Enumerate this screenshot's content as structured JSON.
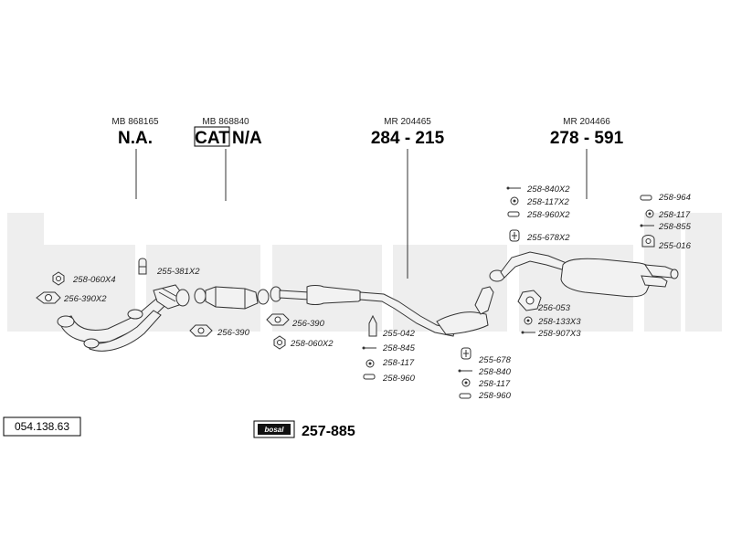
{
  "headers": [
    {
      "ref": "MB 868165",
      "code": "N.A."
    },
    {
      "ref": "MB 868840",
      "code_boxed": "CAT",
      "code": "N/A"
    },
    {
      "ref": "MR 204465",
      "code": "284 - 215"
    },
    {
      "ref": "MR 204466",
      "code": "278 - 591"
    }
  ],
  "parts": {
    "p_258_060x4": "258-060X4",
    "p_256_390x2": "256-390X2",
    "p_255_381x2": "255-381X2",
    "p_256_390_a": "256-390",
    "p_256_390_b": "256-390",
    "p_258_060x2": "258-060X2",
    "p_255_042": "255-042",
    "p_258_845_a": "258-845",
    "p_258_117_a": "258-117",
    "p_258_960_a": "258-960",
    "p_255_678": "255-678",
    "p_258_840": "258-840",
    "p_258_117_b": "258-117",
    "p_258_960_b": "258-960",
    "p_258_840x2": "258-840X2",
    "p_258_117x2": "258-117X2",
    "p_258_960x2": "258-960X2",
    "p_255_678x2": "255-678X2",
    "p_256_053": "256-053",
    "p_258_133x3": "258-133X3",
    "p_258_907x3": "258-907X3",
    "p_258_964": "258-964",
    "p_258_117_c": "258-117",
    "p_258_855": "258-855",
    "p_255_016": "255-016"
  },
  "catalog_number": "054.138.63",
  "brand_label": "bosal",
  "kit_code": "257-885",
  "watermark": "bosal",
  "colors": {
    "watermark": "#eeeeee",
    "line": "#333333"
  }
}
